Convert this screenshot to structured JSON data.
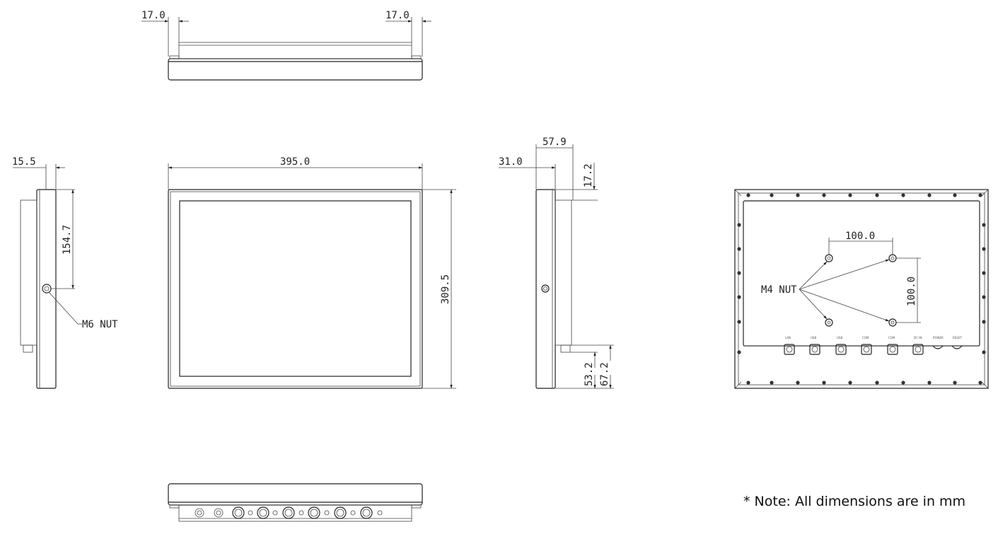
{
  "dimensions": {
    "top_left_offset": "17.0",
    "top_right_offset": "17.0",
    "side_depth": "15.5",
    "side_mount_height": "154.7",
    "front_width": "395.0",
    "front_height": "309.5",
    "right_depth_total": "57.9",
    "right_depth_bezel": "31.0",
    "right_top_offset": "17.2",
    "right_bottom_inner": "53.2",
    "right_bottom_outer": "67.2",
    "vesa_horizontal": "100.0",
    "vesa_vertical": "100.0"
  },
  "labels": {
    "m6_nut": "M6 NUT",
    "m4_nut": "M4 NUT",
    "connectors": [
      "LAN",
      "USB",
      "USB",
      "COM",
      "COM",
      "DC IN",
      "POWER",
      "RESET"
    ]
  },
  "note": "*  Note: All dimensions are in mm"
}
